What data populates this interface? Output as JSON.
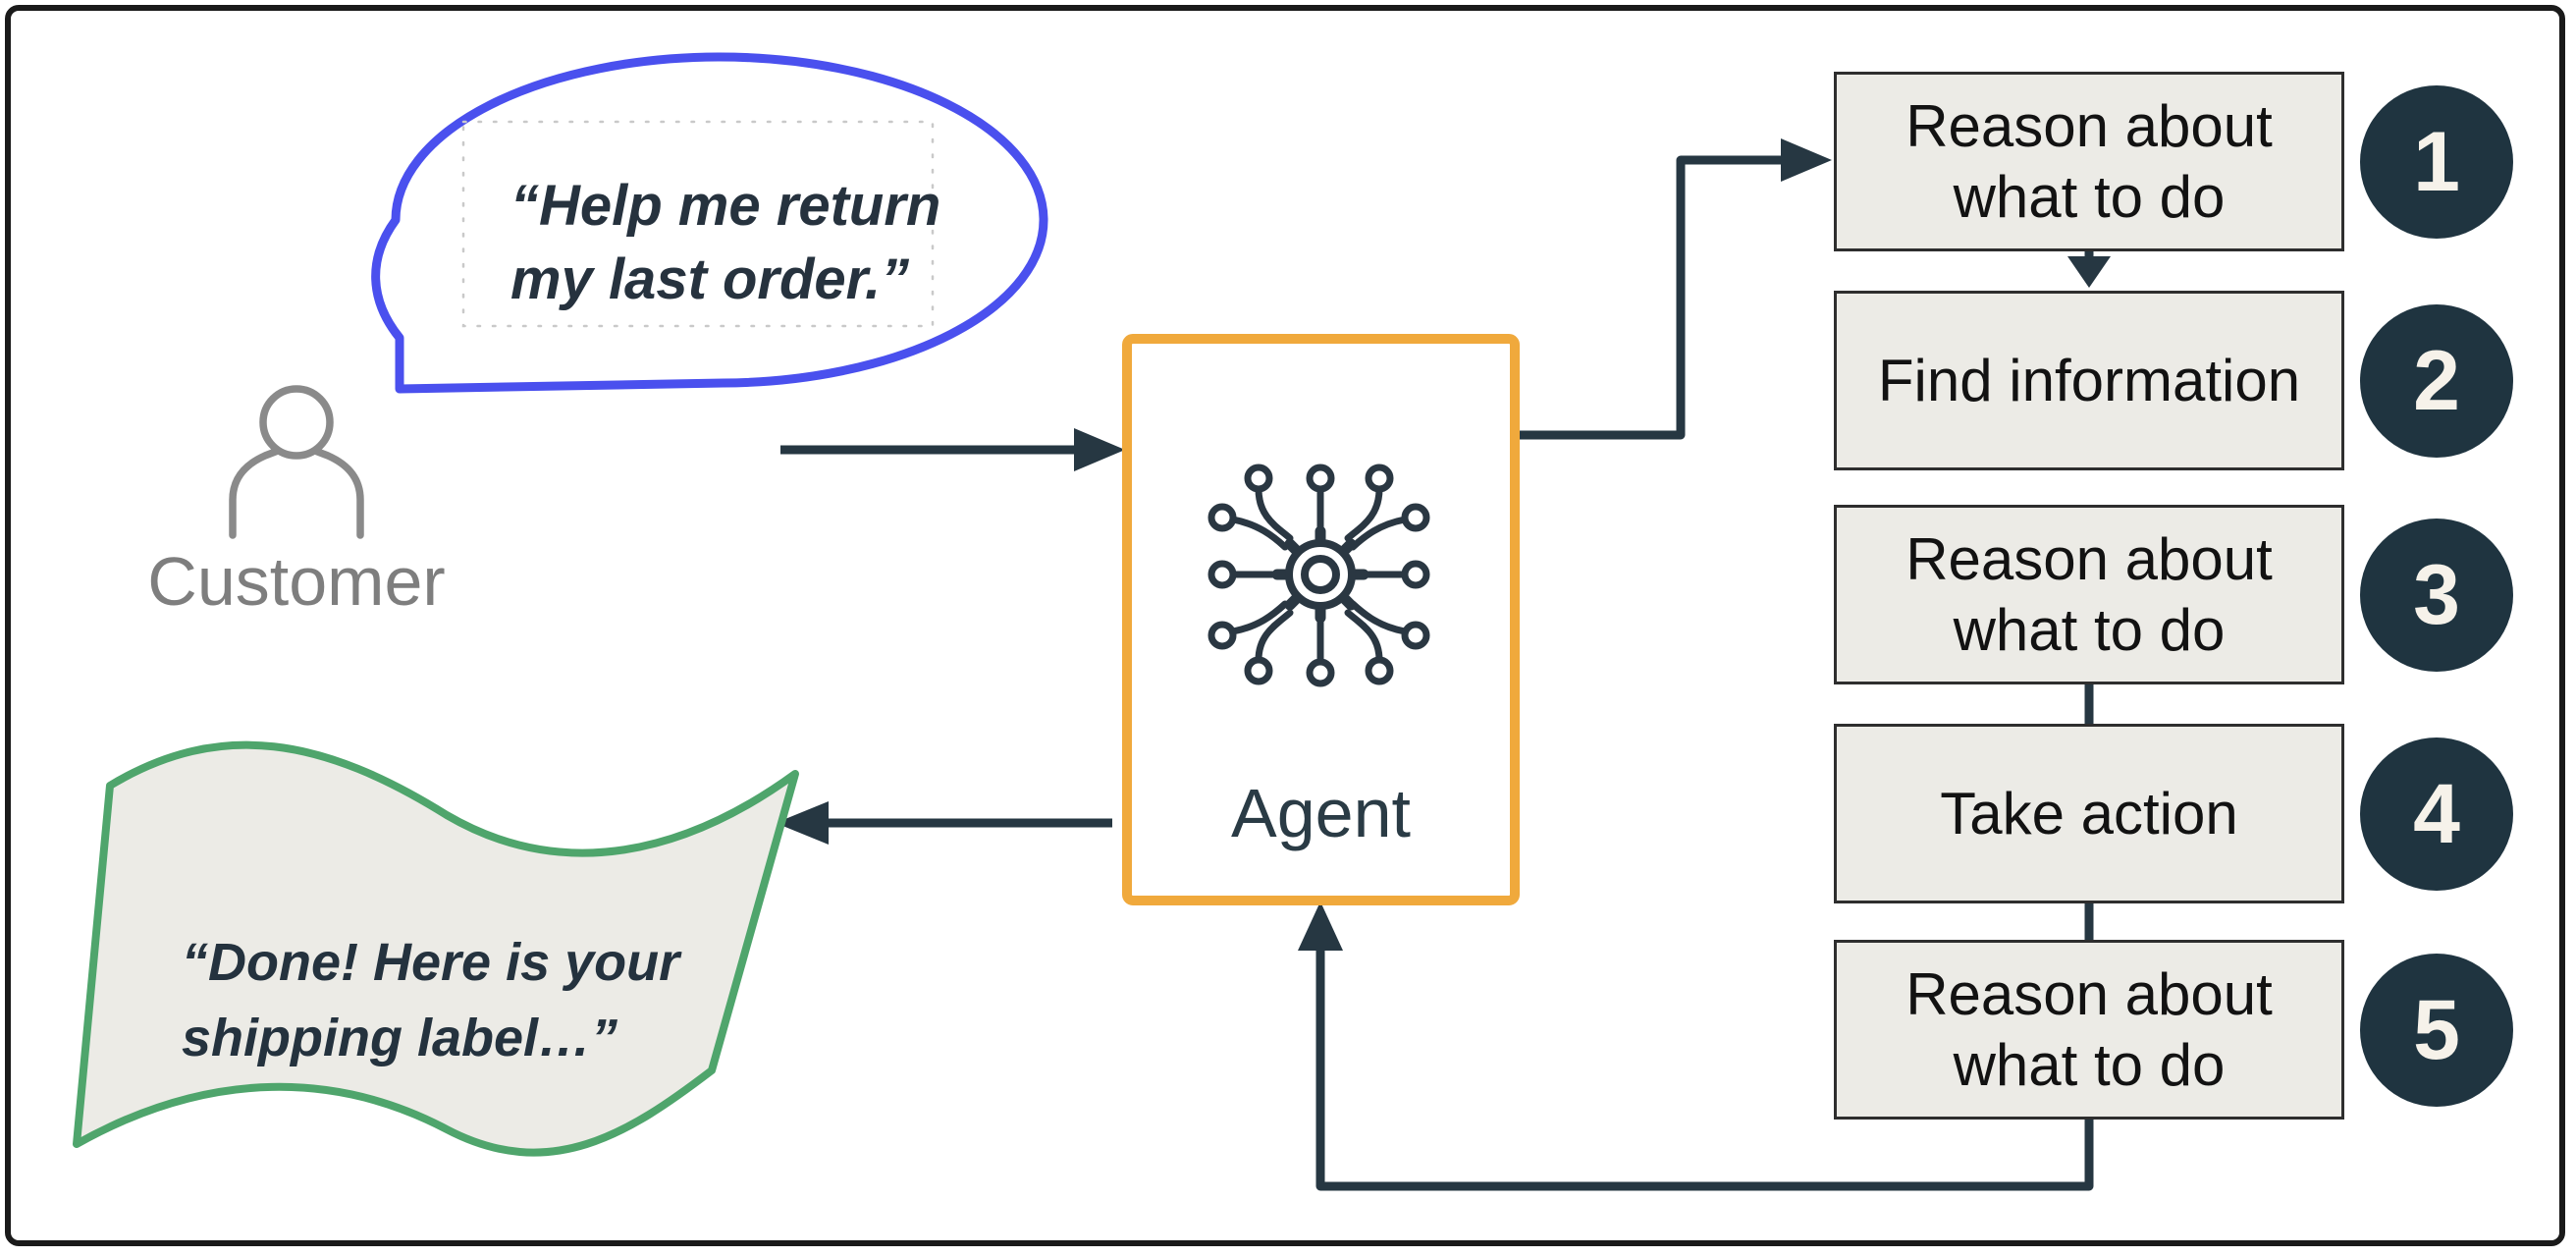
{
  "customer": {
    "speech": "“Help me return my last order.”",
    "label": "Customer"
  },
  "agent": {
    "label": "Agent"
  },
  "flag": {
    "message": "“Done! Here is your shipping label…”"
  },
  "steps": [
    {
      "number": "1",
      "label": "Reason about what to do"
    },
    {
      "number": "2",
      "label": "Find information"
    },
    {
      "number": "3",
      "label": "Reason about what to do"
    },
    {
      "number": "4",
      "label": "Take action"
    },
    {
      "number": "5",
      "label": "Reason about what to do"
    }
  ],
  "icons": {
    "customer": "person-silhouette-icon",
    "agent": "gear-circuit-network-icon"
  },
  "colors": {
    "bubble_blue": "#4a50ee",
    "flag_green": "#4fa56c",
    "agent_orange": "#f0a93c",
    "arrow_navy": "#263742",
    "badge_navy": "#1f3440",
    "box_fill": "#ecebe6",
    "box_border": "#2e2e2e",
    "gray_label": "#7e7e7e",
    "frame_black": "#1a1a1a"
  }
}
